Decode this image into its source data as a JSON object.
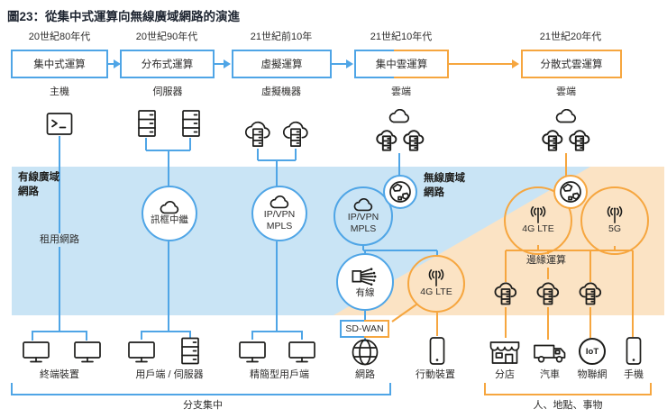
{
  "title": "圖23：從集中式運算向無線廣域網路的演進",
  "eras": [
    {
      "period": "20世紀80年代",
      "name": "集中式運算",
      "platform": "主機"
    },
    {
      "period": "20世紀90年代",
      "name": "分布式運算",
      "platform": "伺服器"
    },
    {
      "period": "21世紀前10年",
      "name": "虛擬運算",
      "platform": "虛擬機器"
    },
    {
      "period": "21世紀10年代",
      "name": "集中雲運算",
      "platform": "雲端"
    },
    {
      "period": "21世紀20年代",
      "name": "分散式雲運算",
      "platform": "雲端"
    }
  ],
  "regions": {
    "wired_wan": "有線廣域\n網路",
    "wireless_wan": "無線廣域\n網路"
  },
  "nodes": {
    "leased_line": "租用網路",
    "frame_relay": "訊框中繼",
    "ip_vpn_mpls": "IP/VPN\nMPLS",
    "wired": "有線",
    "lte": "4G LTE",
    "five_g": "5G",
    "sd_wan": "SD-WAN",
    "edge_computing": "邊緣運算"
  },
  "devices": {
    "terminal": "終端裝置",
    "client_server": "用戶端 / 伺服器",
    "thin_client": "精簡型用戶端",
    "network": "網路",
    "mobile": "行動裝置",
    "branch": "分店",
    "car": "汽車",
    "iot": "物聯網",
    "phone": "手機"
  },
  "groups": {
    "branch_aggregation": "分支集中",
    "people_places_things": "人、地點、事物"
  },
  "icons": {
    "iot_badge": "IoT"
  },
  "colors": {
    "blue": "#4FA5E6",
    "blue_band": "#C9E4F5",
    "orange": "#F6A63F",
    "orange_band": "#FBE3C4",
    "stroke": "#1d1d1b"
  }
}
